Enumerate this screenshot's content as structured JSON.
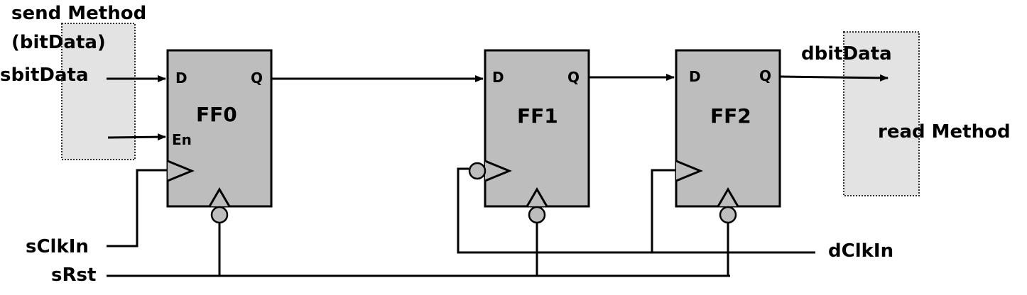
{
  "send_method": {
    "line1": "send Method",
    "line2": "(bitData)"
  },
  "read_method": {
    "label": "read Method"
  },
  "signals": {
    "sbitData": "sbitData",
    "sClkIn": "sClkIn",
    "sRst": "sRst",
    "dbitData": "dbitData",
    "dClkIn": "dClkIn"
  },
  "flipflops": [
    {
      "name": "FF0",
      "d": "D",
      "q": "Q",
      "en": "En"
    },
    {
      "name": "FF1",
      "d": "D",
      "q": "Q"
    },
    {
      "name": "FF2",
      "d": "D",
      "q": "Q"
    }
  ],
  "colors": {
    "block": "#bdbdbd",
    "method_box": "#e3e3e3",
    "wire": "#000000"
  }
}
